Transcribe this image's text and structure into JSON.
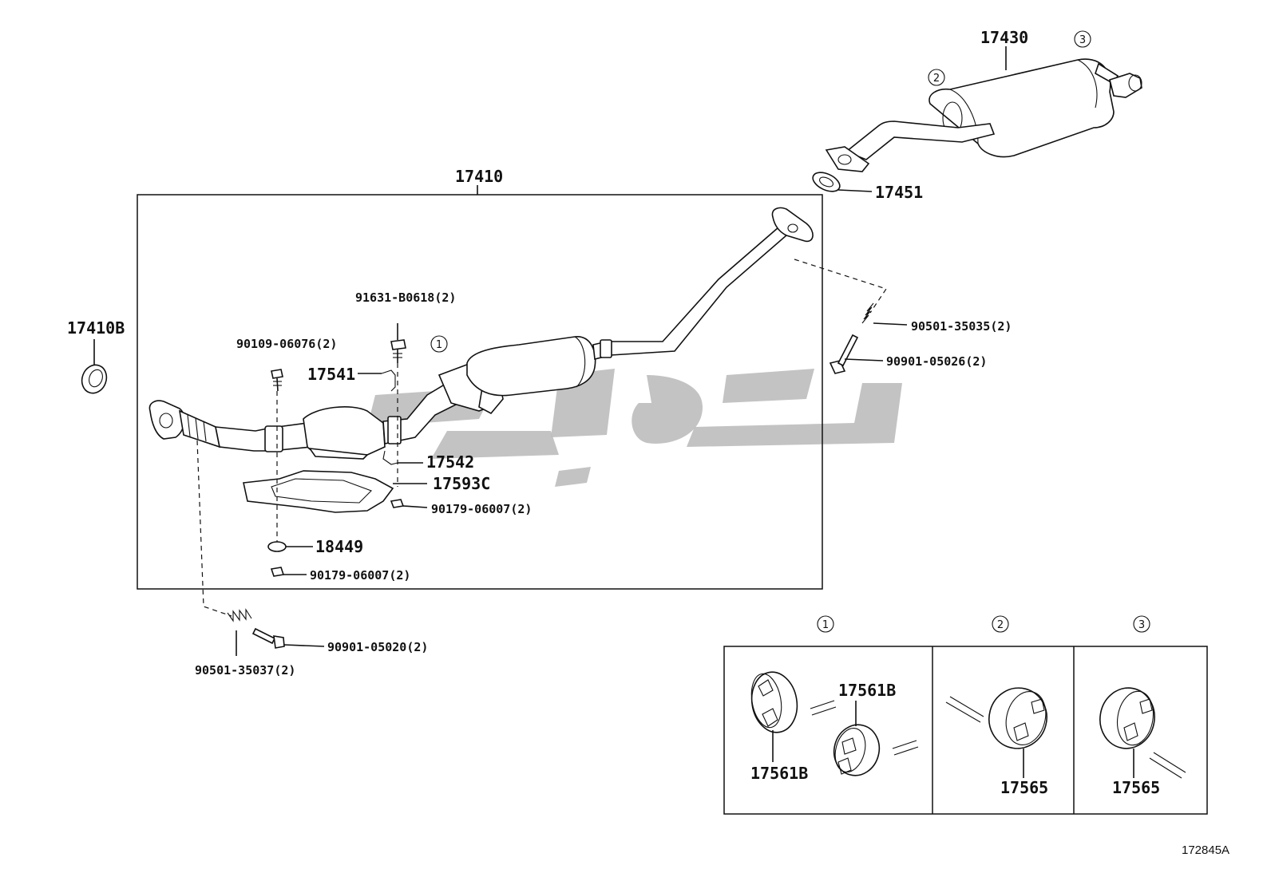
{
  "labels": {
    "p17430": "17430",
    "p17451": "17451",
    "p17410": "17410",
    "p17410B": "17410B",
    "p91631": "91631-B0618(2)",
    "p90109": "90109-06076(2)",
    "p17541": "17541",
    "p17542": "17542",
    "p17593C": "17593C",
    "p90179a": "90179-06007(2)",
    "p18449": "18449",
    "p90179b": "90179-06007(2)",
    "p90501_35035": "90501-35035(2)",
    "p90901_05026": "90901-05026(2)",
    "p90901_05020": "90901-05020(2)",
    "p90501_35037": "90501-35037(2)",
    "p17561B_a": "17561B",
    "p17561B_b": "17561B",
    "p17565_a": "17565",
    "p17565_b": "17565"
  },
  "callouts": {
    "c1_main": "1",
    "c2_main": "2",
    "c3_main": "3",
    "c1_box": "1",
    "c2_box": "2",
    "c3_box": "3"
  },
  "reference": "172845A",
  "colors": {
    "line": "#111111",
    "watermark": "#bdbdbd"
  }
}
